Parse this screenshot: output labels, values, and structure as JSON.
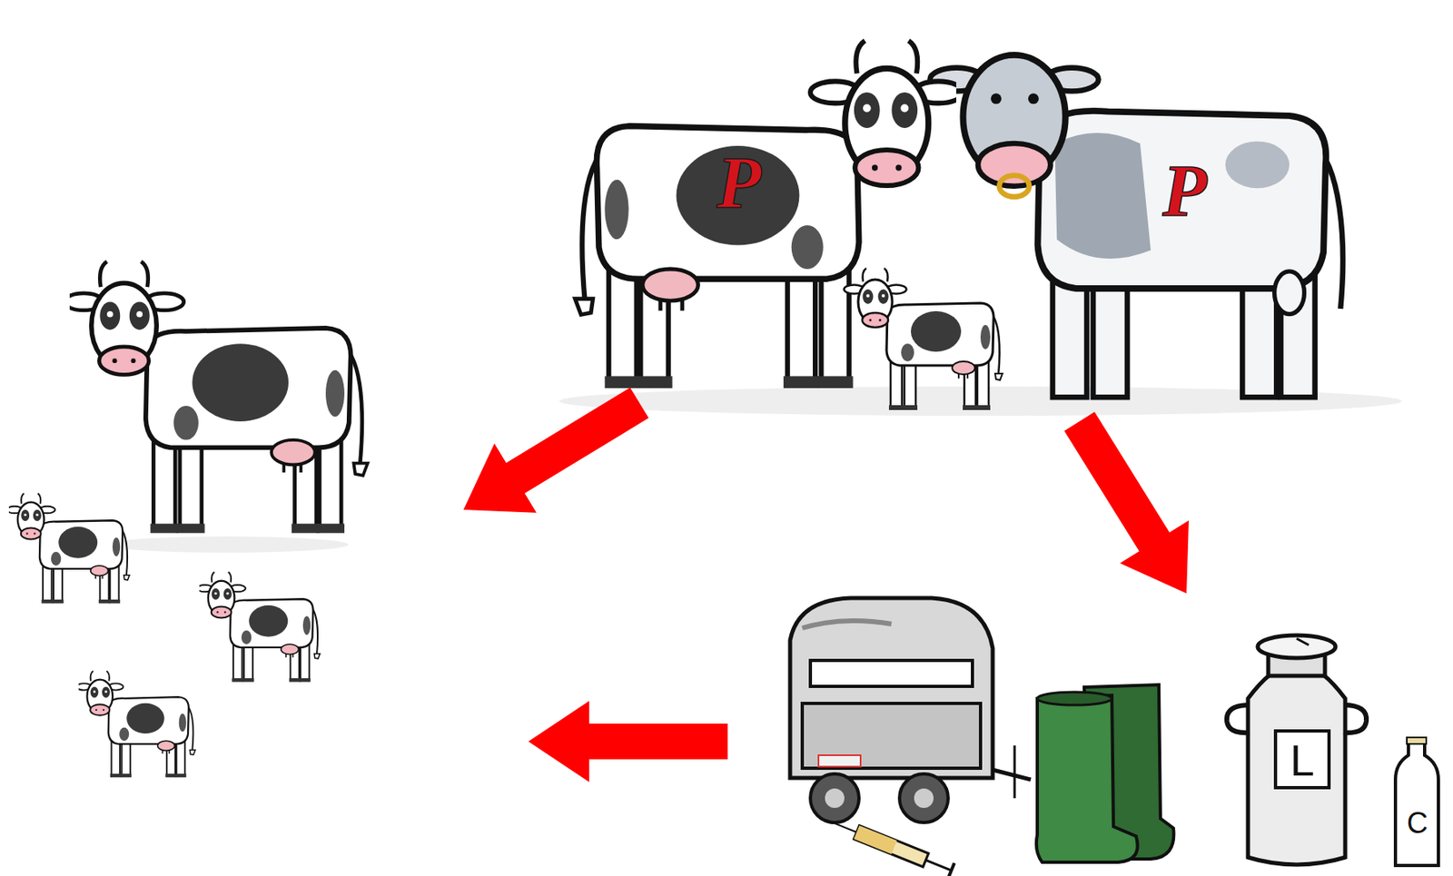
{
  "diagram": {
    "labels": [
      "P",
      "P",
      "L",
      "C"
    ]
  }
}
